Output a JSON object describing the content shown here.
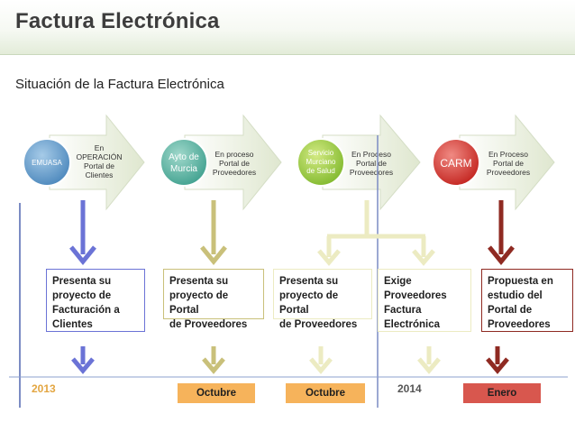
{
  "header": {
    "title": "Factura Electrónica"
  },
  "subtitle": "Situación de la Factura Electrónica",
  "stages": [
    {
      "circle": "EMUASA",
      "arrow_text": [
        "En",
        "OPERACIÓN",
        "Portal de",
        "Clientes"
      ]
    },
    {
      "circle": [
        "Ayto de",
        "Murcia"
      ],
      "arrow_text": [
        "En proceso",
        "Portal de",
        "Proveedores"
      ]
    },
    {
      "circle": [
        "Servicio",
        "Murciano",
        "de Salud"
      ],
      "arrow_text": [
        "En Proceso",
        "Portal de",
        "Proveedores"
      ]
    },
    {
      "circle": "CARM",
      "arrow_text": [
        "En Proceso",
        "Portal de",
        "Proveedores"
      ]
    }
  ],
  "boxes": [
    "Presenta su\nproyecto de\nFacturación a\nClientes",
    "Presenta su\nproyecto de Portal\nde Proveedores",
    "Presenta su\nproyecto de Portal\nde Proveedores",
    "Exige\nProveedores\nFactura\nElectrónica",
    "Propuesta en\nestudio del\nPortal de\nProveedores"
  ],
  "timeline": {
    "year_start": "2013",
    "year_mid": "2014",
    "markers": [
      "Octubre",
      "Octubre",
      "Enero"
    ]
  },
  "colors": {
    "blue": "#6b73d6",
    "olive": "#c9c07a",
    "cream": "#ecebc2",
    "red": "#8f2a22",
    "orange": "#f6b35b",
    "marker_red": "#d8574e",
    "arrow_green": "#e9eedc",
    "timeline_blue": "#7c8cc4"
  }
}
